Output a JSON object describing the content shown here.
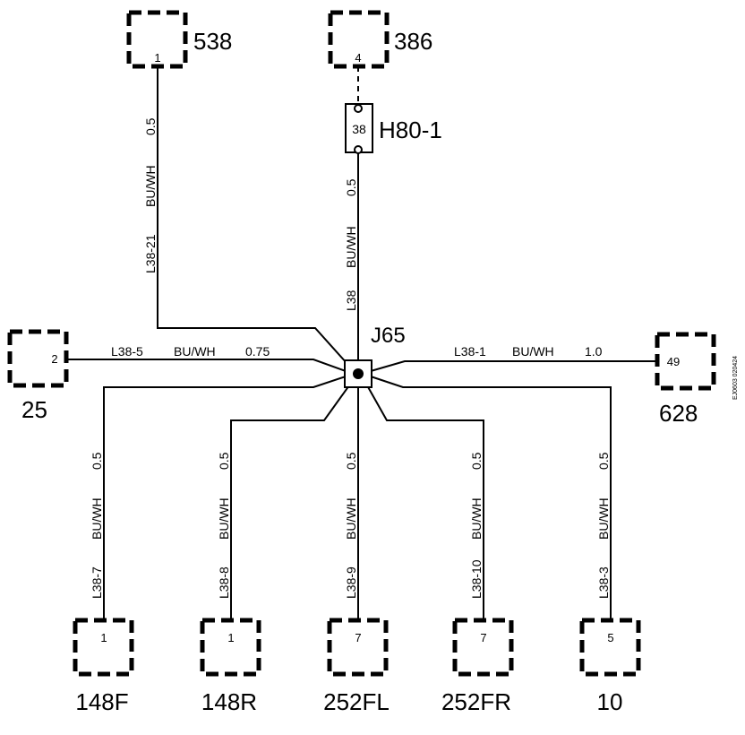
{
  "splice": {
    "name": "J65"
  },
  "fuse": {
    "name": "H80-1",
    "pin": "38"
  },
  "connectors": {
    "c538": {
      "name": "538",
      "pin": "1"
    },
    "c386": {
      "name": "386",
      "pin": "4"
    },
    "c25": {
      "name": "25",
      "pin": "2"
    },
    "c628": {
      "name": "628",
      "pin": "49"
    },
    "c148F": {
      "name": "148F",
      "pin": "1"
    },
    "c148R": {
      "name": "148R",
      "pin": "1"
    },
    "c252FL": {
      "name": "252FL",
      "pin": "7"
    },
    "c252FR": {
      "name": "252FR",
      "pin": "7"
    },
    "c10": {
      "name": "10",
      "pin": "5"
    }
  },
  "wires": {
    "w_538": {
      "circuit": "L38-21",
      "color": "BU/WH",
      "size": "0.5"
    },
    "w_fuse": {
      "circuit": "L38",
      "color": "BU/WH",
      "size": "0.5"
    },
    "w_25": {
      "circuit": "L38-5",
      "color": "BU/WH",
      "size": "0.75"
    },
    "w_628": {
      "circuit": "L38-1",
      "color": "BU/WH",
      "size": "1.0"
    },
    "w_148F": {
      "circuit": "L38-7",
      "color": "BU/WH",
      "size": "0.5"
    },
    "w_148R": {
      "circuit": "L38-8",
      "color": "BU/WH",
      "size": "0.5"
    },
    "w_252FL": {
      "circuit": "L38-9",
      "color": "BU/WH",
      "size": "0.5"
    },
    "w_252FR": {
      "circuit": "L38-10",
      "color": "BU/WH",
      "size": "0.5"
    },
    "w_10": {
      "circuit": "L38-3",
      "color": "BU/WH",
      "size": "0.5"
    }
  },
  "reference_code": "EJ0603 020424"
}
